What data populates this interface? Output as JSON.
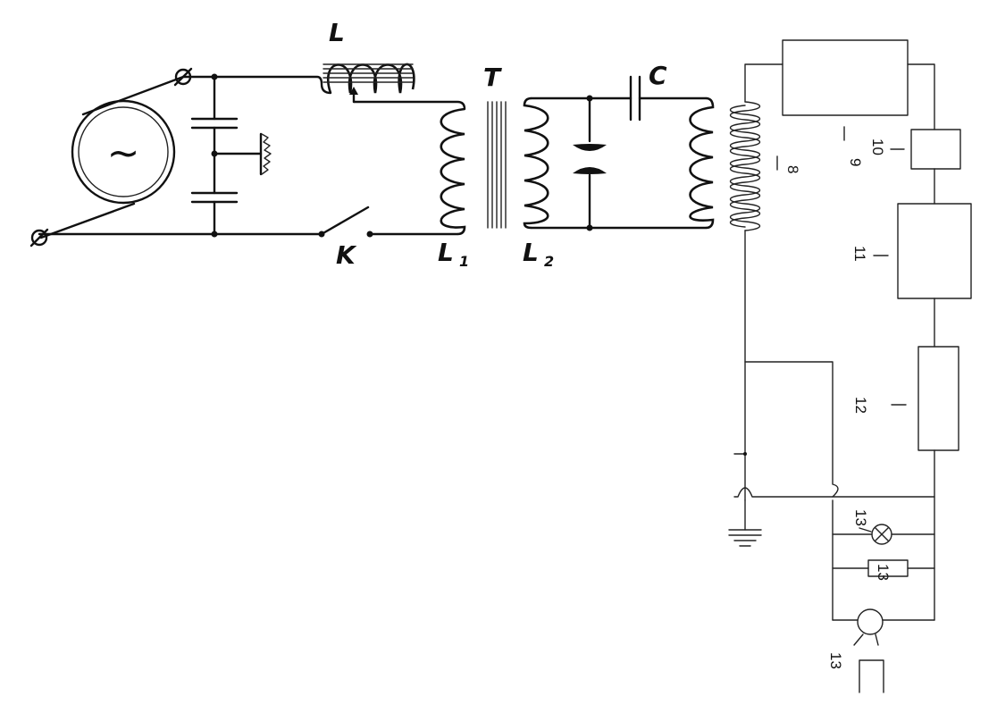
{
  "left_circuit": {
    "source_symbol": "~",
    "labels": {
      "inductor": "L",
      "transformer": "T",
      "capacitor": "C",
      "key": "K",
      "primary": "L",
      "primary_sub": "1",
      "secondary": "L",
      "secondary_sub": "2"
    }
  },
  "right_circuit": {
    "labels": {
      "coil": "8",
      "block_a": "9",
      "block_b": "10",
      "block_c": "11",
      "block_d": "12",
      "lamp": "13",
      "resistor": "13",
      "meter": "13"
    }
  }
}
